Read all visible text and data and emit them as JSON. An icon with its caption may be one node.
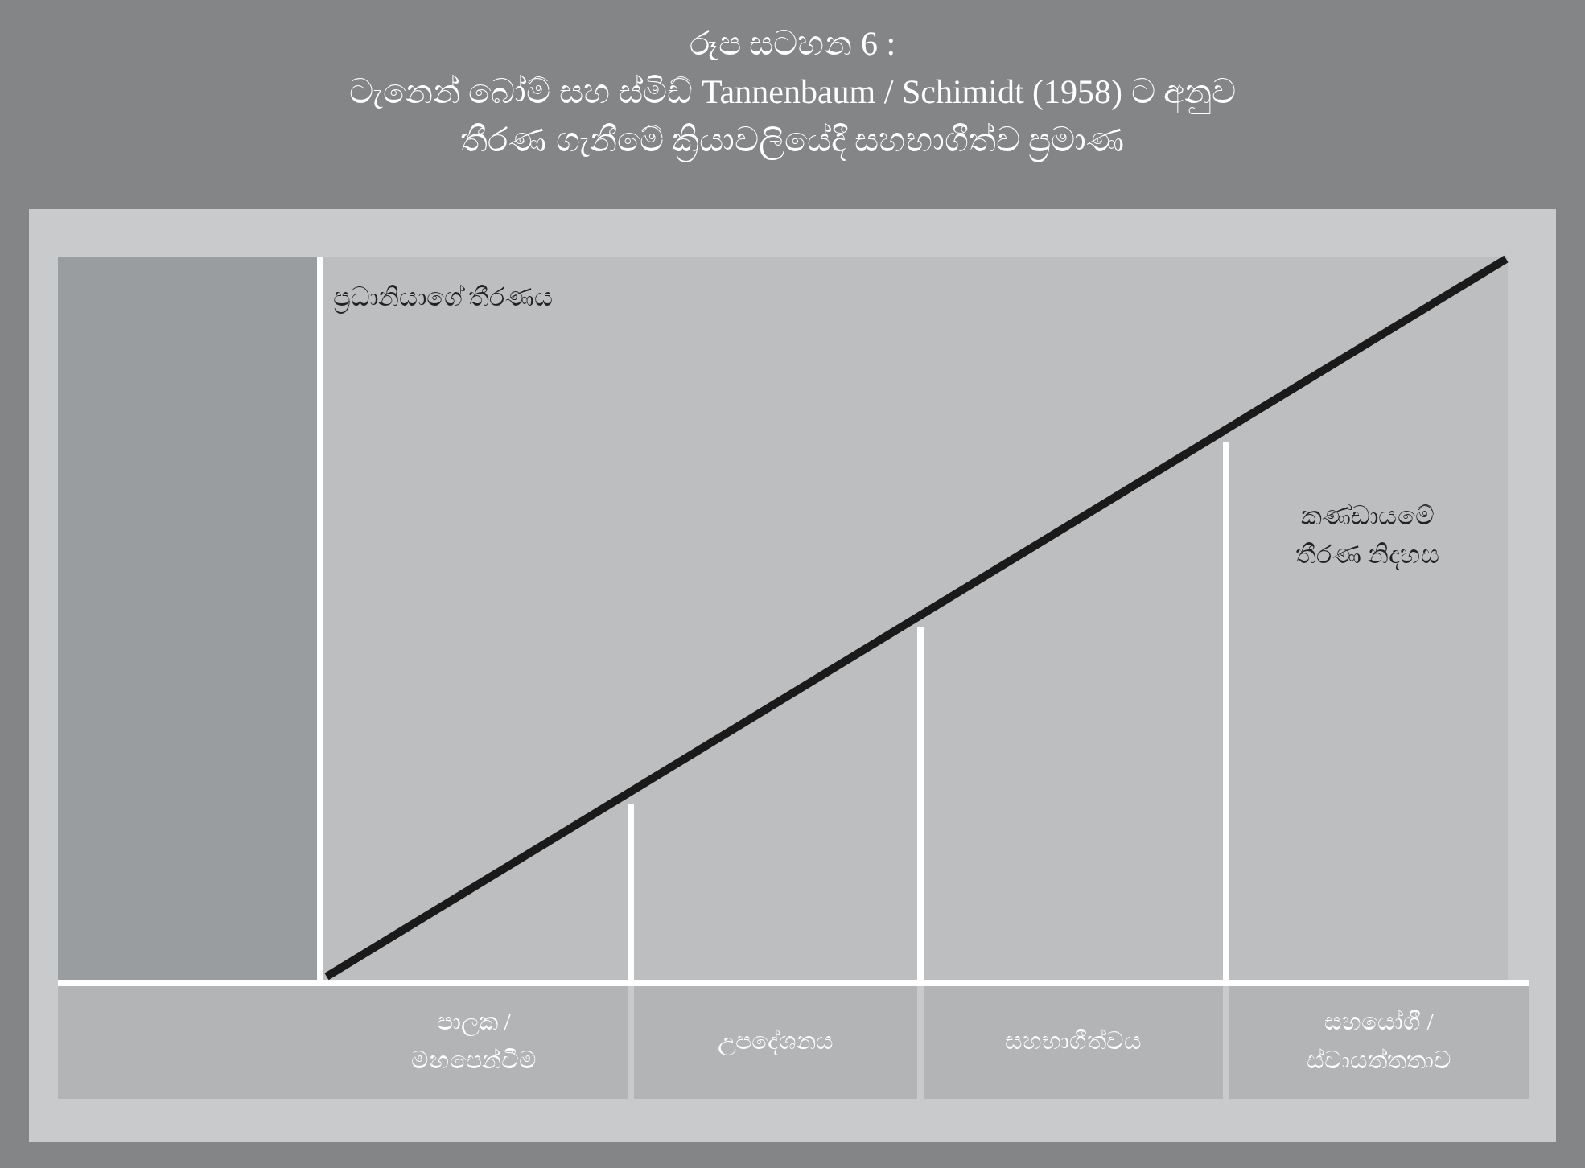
{
  "diagram": {
    "title": "රූප සටහන 6 : ටැනෙන් බෝම් සහ ස්මිඩ් Tannenbaum / Schimidt (1958) ට අනුව තීරණ ගැනීමේ ක්‍රියාවලියේදී සහභාගීත්ව ප්‍රමාණ",
    "nodes": [
      {
        "text": [
          "පාලක / මඟපෙන්වීම"
        ]
      },
      {
        "text": [
          "උපදේශනය"
        ]
      },
      {
        "text": [
          "සහභාගීත්වය"
        ]
      },
      {
        "text": [
          "සහයෝගී / ස්වායත්තතාව"
        ]
      }
    ],
    "labels": [
      "ප්‍රධානියාගේ තීරණය",
      "කණ්ඩායමේ තීරණ නිදහස"
    ]
  }
}
